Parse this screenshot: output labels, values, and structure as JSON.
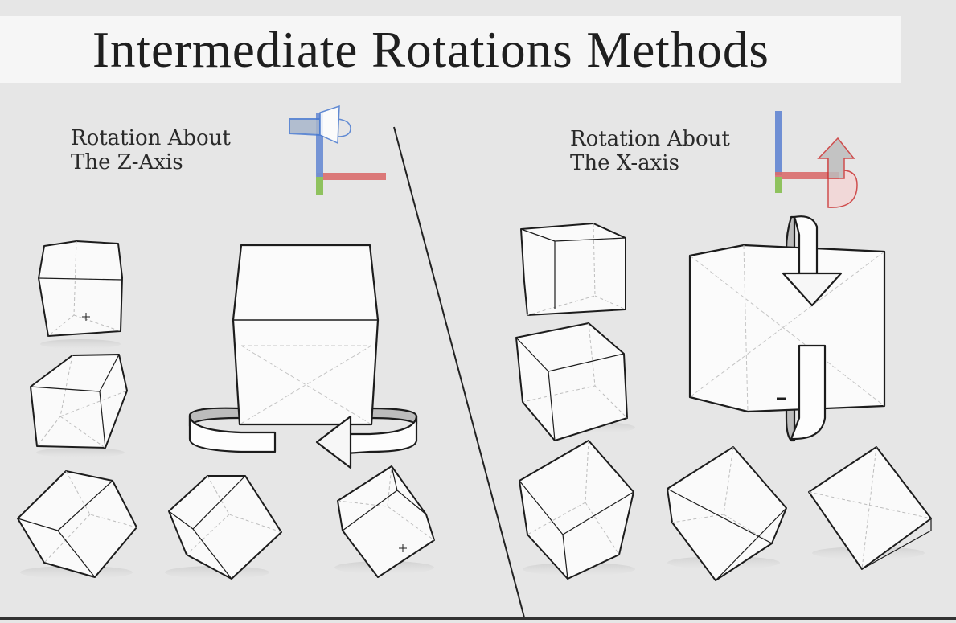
{
  "title": "Intermediate Rotations Methods",
  "panels": {
    "left": {
      "heading": "Rotation About\nThe Z-Axis"
    },
    "right": {
      "heading": "Rotation About\nThe X-axis"
    }
  },
  "colors": {
    "axis_x": "#d96b6b",
    "axis_y": "#6f8fd4",
    "axis_z": "#8fc25e",
    "rot_arrow_blue": "#4a7bd0",
    "rot_arrow_red": "#cc3333",
    "background": "#e6e6e6"
  },
  "icons": [
    "axis-gizmo-icon",
    "rotation-arrow-icon"
  ]
}
